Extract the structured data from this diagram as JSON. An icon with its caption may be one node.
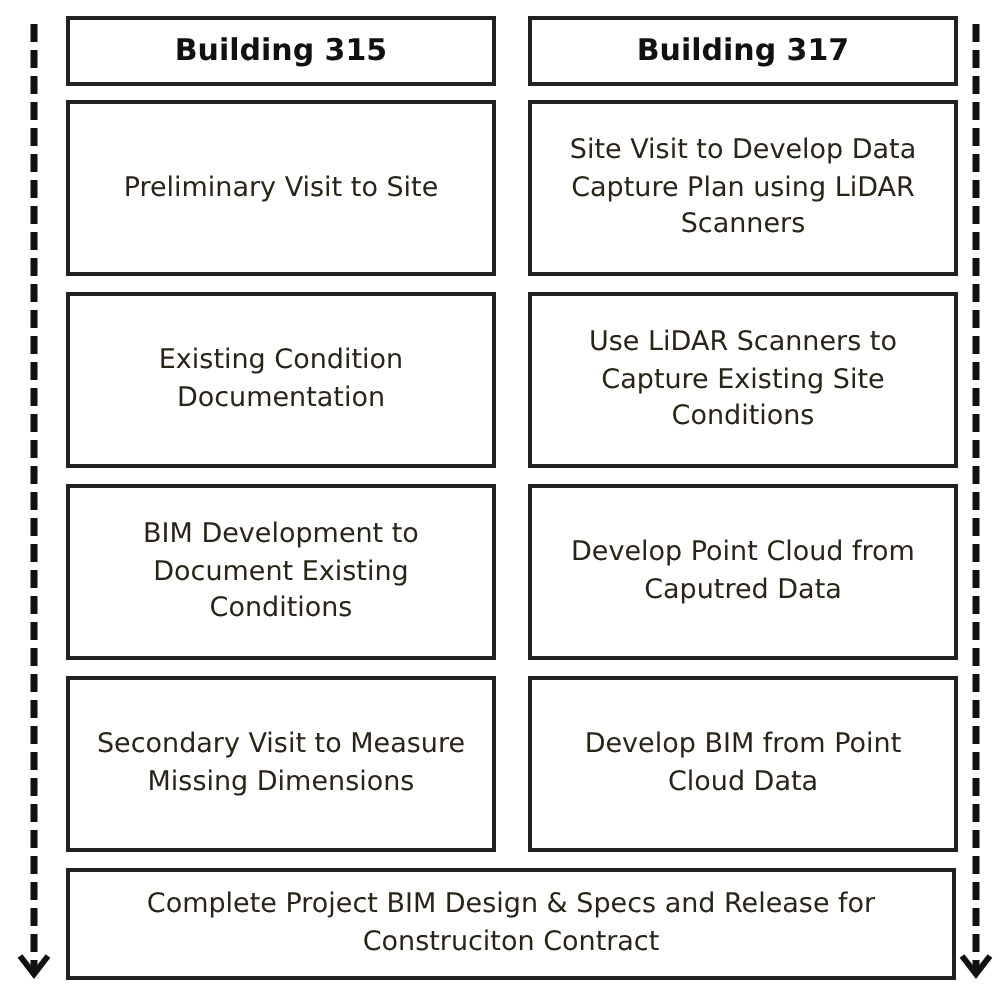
{
  "diagram": {
    "nodes": [
      {
        "text": [
          "Building 315"
        ]
      },
      {
        "text": [
          "Building 317"
        ]
      },
      {
        "text": [
          "Preliminary Visit to Site"
        ]
      },
      {
        "text": [
          "Site Visit to Develop Data Capture Plan using LiDAR Scanners"
        ]
      },
      {
        "text": [
          "Existing Condition Documentation"
        ]
      },
      {
        "text": [
          "Use LiDAR Scanners to Capture Existing Site Conditions"
        ]
      },
      {
        "text": [
          "BIM Development to Document Existing Conditions"
        ]
      },
      {
        "text": [
          "Develop Point Cloud from Caputred Data"
        ]
      },
      {
        "text": [
          "Secondary Visit to Measure Missing Dimensions"
        ]
      },
      {
        "text": [
          "Develop BIM from Point Cloud Data"
        ]
      },
      {
        "text": [
          "Complete Project BIM Design & Specs and Release for Construciton Contract"
        ]
      }
    ]
  }
}
